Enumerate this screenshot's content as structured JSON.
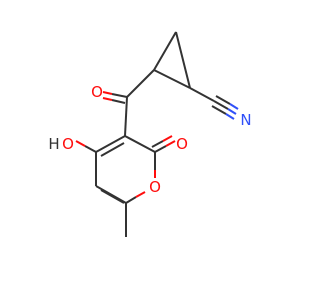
{
  "molecule": {
    "atom_labels": {
      "carbonyl_oxygen": "O",
      "hydroxyl_oxygen": "O",
      "hydroxyl_hydrogen": "H",
      "lactone_carbonyl_oxygen": "O",
      "ring_oxygen": "O",
      "nitrile_nitrogen": "N"
    },
    "colors": {
      "bond": "#333333",
      "oxygen": "#ff0d0d",
      "nitrogen": "#3050f8",
      "background": "#ffffff"
    }
  }
}
